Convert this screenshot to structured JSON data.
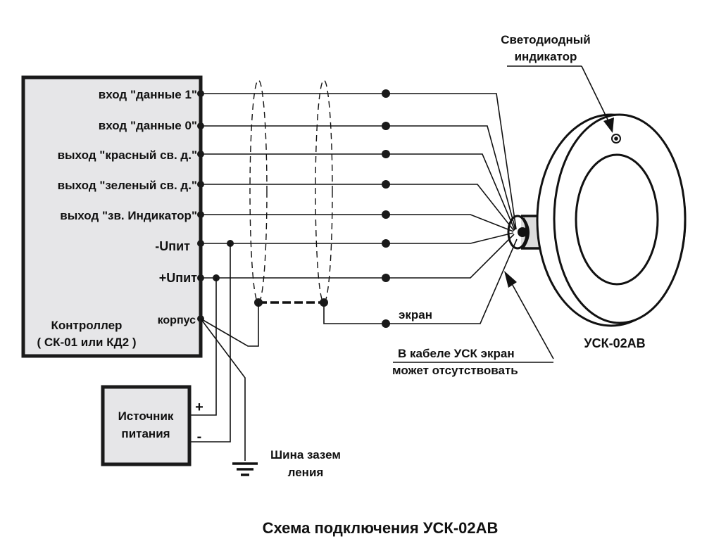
{
  "controller": {
    "title_line1": "Контроллер",
    "title_line2": "( СК-01 или КД2 )",
    "terminals": [
      {
        "id": "data1",
        "label": "вход \"данные 1\""
      },
      {
        "id": "data0",
        "label": "вход \"данные 0\""
      },
      {
        "id": "red_led",
        "label": "выход \"красный св. д.\""
      },
      {
        "id": "green_led",
        "label": "выход \"зеленый св. д.\""
      },
      {
        "id": "buzzer",
        "label": "выход \"зв. Индикатор\""
      },
      {
        "id": "minus_u",
        "label": "-Uпит"
      },
      {
        "id": "plus_u",
        "label": "+Uпит"
      },
      {
        "id": "case",
        "label": "корпус"
      }
    ]
  },
  "power_supply": {
    "line1": "Источник",
    "line2": "питания",
    "plus": "+",
    "minus": "-"
  },
  "ground": {
    "line1": "Шина зазем",
    "line2": "ления"
  },
  "screen_label": "экран",
  "note": {
    "line1": "В  кабеле УСК экран",
    "line2": "может  отсутствовать"
  },
  "led_label": {
    "line1": "Светодиодный",
    "line2": "индикатор"
  },
  "device_label": "УСК-02АВ",
  "caption": "Схема подключения УСК-02АВ",
  "colors": {
    "box_fill": "#e6e6e8",
    "line": "#111111",
    "connector_fill": "#dcdcdc"
  }
}
